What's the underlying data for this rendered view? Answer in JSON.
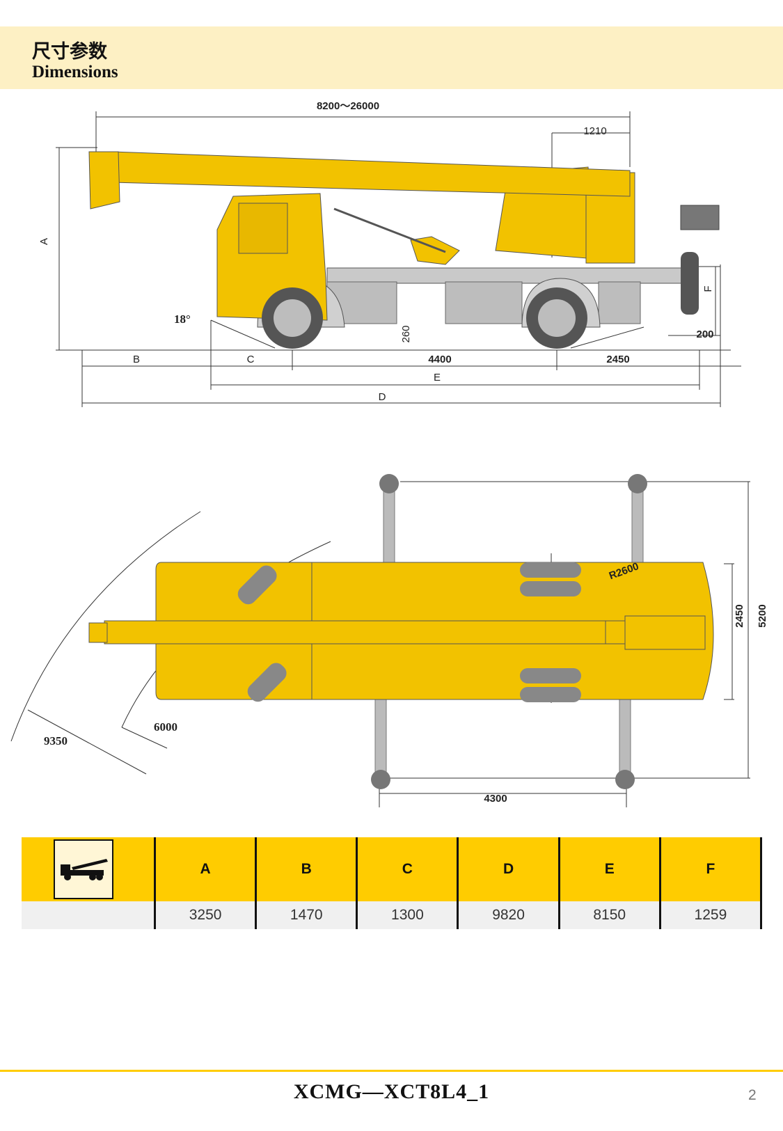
{
  "header": {
    "title_cn": "尺寸参数",
    "title_en": "Dimensions"
  },
  "side_view": {
    "labels": {
      "boom_length": "8200～26000",
      "rear_overhang": "1210",
      "height": "A",
      "front_overhang": "B",
      "front_axle": "C",
      "wheelbase": "4400",
      "rear_axle_to_end": "2450",
      "e": "E",
      "d": "D",
      "angle": "18°",
      "ground_clearance": "260",
      "rear_height": "F",
      "rear_clear": "200"
    }
  },
  "top_view": {
    "labels": {
      "turn_radius": "R2600",
      "track": "2450",
      "outrigger_span": "5200",
      "outrigger_length": "4300",
      "radius_outer": "9350",
      "radius_inner": "6000"
    }
  },
  "table": {
    "icon": "crane-truck-icon",
    "headers": [
      "A",
      "B",
      "C",
      "D",
      "E",
      "F"
    ],
    "values": [
      "3250",
      "1470",
      "1300",
      "9820",
      "8150",
      "1259"
    ]
  },
  "footer": {
    "model": "XCMG—XCT8L4_1",
    "page": "2"
  },
  "colors": {
    "crane_yellow": "#f2c200",
    "header_band": "#fdf0c4",
    "table_header": "#ffcc00"
  }
}
